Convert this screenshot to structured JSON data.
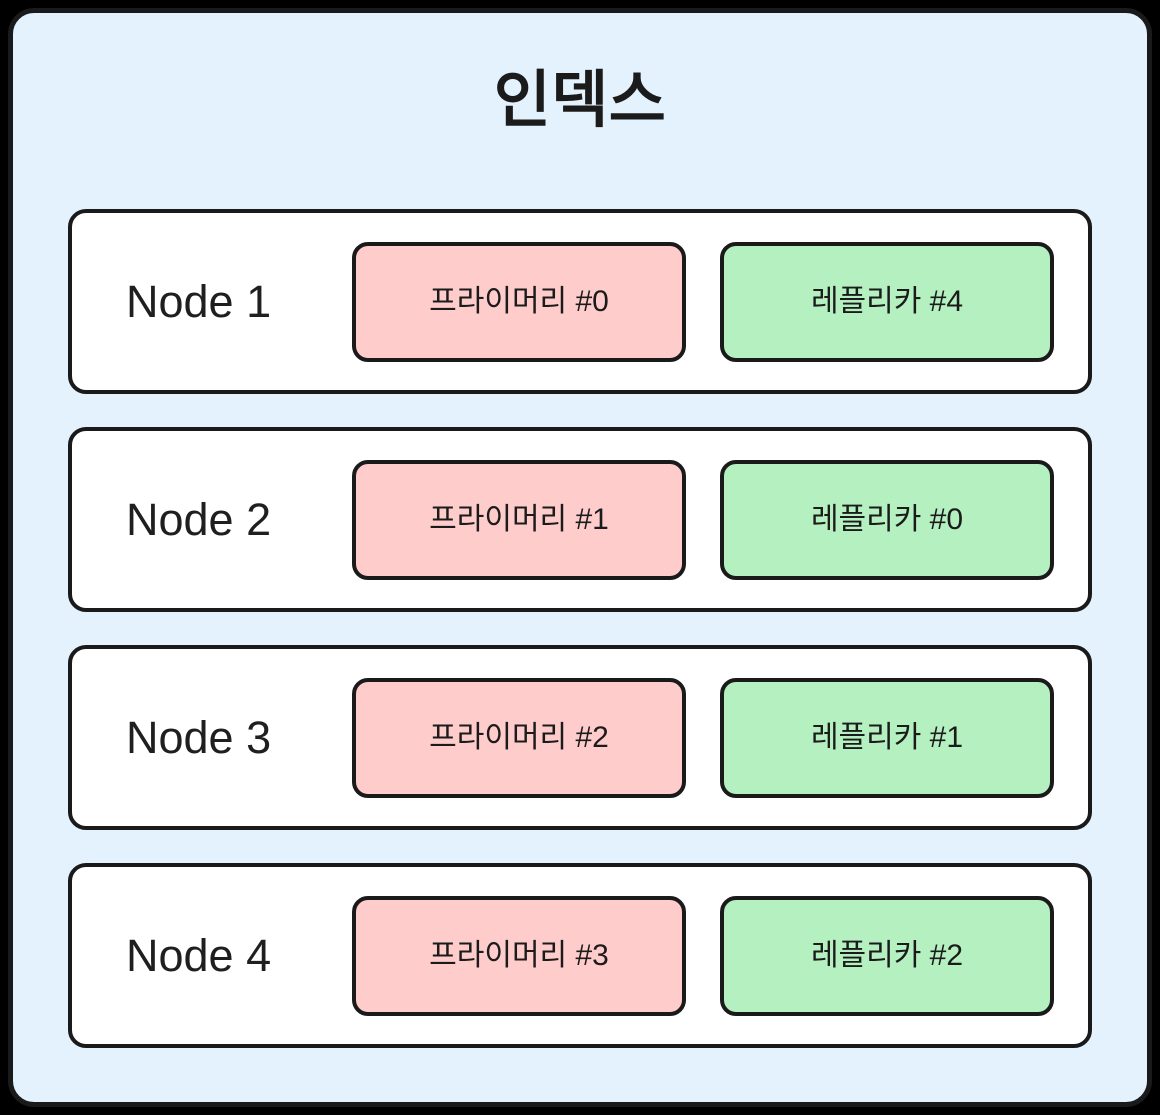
{
  "diagram": {
    "title": "인덱스",
    "colors": {
      "container_background": "#e3f2fd",
      "container_border": "#1a1a1a",
      "node_background": "#ffffff",
      "node_border": "#1a1a1a",
      "primary_shard": "#ffcccc",
      "replica_shard": "#b4f0c0",
      "text": "#1b1b1b",
      "page_background": "#000000"
    },
    "nodes": [
      {
        "label": "Node 1",
        "primary": "프라이머리 #0",
        "replica": "레플리카 #4"
      },
      {
        "label": "Node 2",
        "primary": "프라이머리 #1",
        "replica": "레플리카 #0"
      },
      {
        "label": "Node 3",
        "primary": "프라이머리 #2",
        "replica": "레플리카 #1"
      },
      {
        "label": "Node 4",
        "primary": "프라이머리 #3",
        "replica": "레플리카 #2"
      }
    ]
  }
}
